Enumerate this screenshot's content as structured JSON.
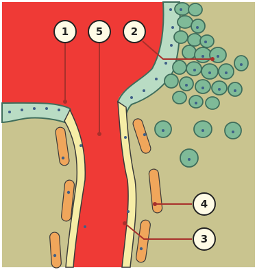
{
  "colors": {
    "tissue": "#c9c48f",
    "blood": "#ef3a36",
    "epithelium": "#b9dcc4",
    "cell": "#7fba98",
    "cell_edge": "#3f6d5b",
    "nucleus": "#3e6088",
    "endothelium": "#f6eda6",
    "smooth_muscle": "#f0a65b",
    "pointer_line": "#a8302b",
    "frame": "#222222"
  },
  "labels": [
    {
      "id": "1",
      "text": "1"
    },
    {
      "id": "2",
      "text": "2"
    },
    {
      "id": "3",
      "text": "3"
    },
    {
      "id": "4",
      "text": "4"
    },
    {
      "id": "5",
      "text": "5"
    }
  ]
}
